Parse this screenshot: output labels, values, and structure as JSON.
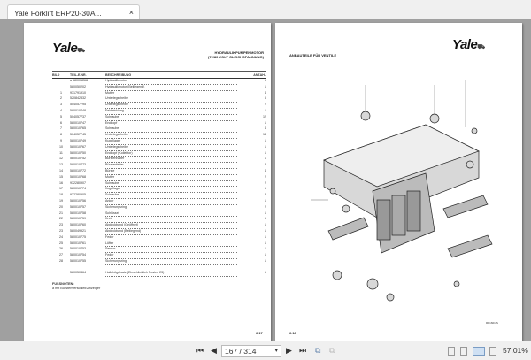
{
  "tab": {
    "title": "Yale Forklift ERP20-30A...",
    "close": "×"
  },
  "left_page": {
    "logo": "Yale",
    "title_line1": "HYDRAULIKPUMPENMOTOR",
    "title_line2": "(72/80 VOLT GLEICHSPANNUNG)",
    "columns": [
      "BILD",
      "TEIL-E.NR.",
      "BESCHREIBUNG",
      "ANZAHL"
    ],
    "rows": [
      [
        "",
        "a 580008562",
        "Hydraulikmotor",
        "1"
      ],
      [
        "",
        "580050202",
        "Hydraulikmotor (Beiliegend)",
        "1"
      ],
      [
        "1",
        "931791910",
        "Mutter",
        "4"
      ],
      [
        "2",
        "520842832",
        "Unterlegscheibe",
        "6"
      ],
      [
        "3",
        "504057795",
        "Unterlegscheibe",
        "2"
      ],
      [
        "4",
        "580010748",
        "Feldwicklung",
        "1"
      ],
      [
        "5",
        "504057737",
        "Schraube",
        "12"
      ],
      [
        "6",
        "580010747",
        "Endkopf",
        "1"
      ],
      [
        "7",
        "580010765",
        "Schraube",
        "4"
      ],
      [
        "8",
        "504057745",
        "Unterlegscheibe",
        "14"
      ],
      [
        "9",
        "580010749",
        "Kugellager",
        "1"
      ],
      [
        "10",
        "580010767",
        "Unterlegscheibe",
        "1"
      ],
      [
        "11",
        "580010750",
        "Endkopf (Kollektor)",
        "1"
      ],
      [
        "12",
        "580010752",
        "Bürstenhalter",
        "1"
      ],
      [
        "13",
        "580010773",
        "Bürstenfeder",
        "8"
      ],
      [
        "14",
        "580010772",
        "Bürste",
        "4"
      ],
      [
        "15",
        "580010768",
        "Mutter",
        "2"
      ],
      [
        "16",
        "932280907",
        "Schraube",
        "2"
      ],
      [
        "17",
        "580010774",
        "Kugellager",
        "1"
      ],
      [
        "18",
        "932280905",
        "Schraube",
        "8"
      ],
      [
        "19",
        "580010756",
        "Anker",
        "1"
      ],
      [
        "20",
        "580010757",
        "Sicherungsring",
        "2"
      ],
      [
        "21",
        "580010758",
        "Schlüssel",
        "1"
      ],
      [
        "22",
        "580010759",
        "Kreis",
        "1"
      ],
      [
        "23",
        "580010760",
        "Abdeckband (Geöffnet)",
        "1"
      ],
      [
        "23",
        "580049921",
        "Abdeckband (Beiliegend)",
        "1"
      ],
      [
        "24",
        "580010775",
        "Feder",
        "1"
      ],
      [
        "25",
        "580010761",
        "Lüfter",
        "1"
      ],
      [
        "26",
        "580010753",
        "Sensor",
        "1"
      ],
      [
        "27",
        "580010754",
        "Feder",
        "1"
      ],
      [
        "28",
        "580010755",
        "Sicherungsring",
        "1"
      ]
    ],
    "extra_row": [
      "",
      "580050464",
      "Haltebügelsatz (Einschließlich Posten 23)",
      "1"
    ],
    "footnotes_title": "FUSSNOTEN:",
    "footnote_a": "a   mit Bürstenverschleißanzeiger",
    "page_number": "6.17"
  },
  "right_page": {
    "logo": "Yale",
    "title": "ANBAUTEILE FÜR VENTILE",
    "figure_code": "RP1601-S",
    "page_number": "6.18"
  },
  "toolbar": {
    "page_value": "167 / 314",
    "zoom": "57.01%"
  }
}
